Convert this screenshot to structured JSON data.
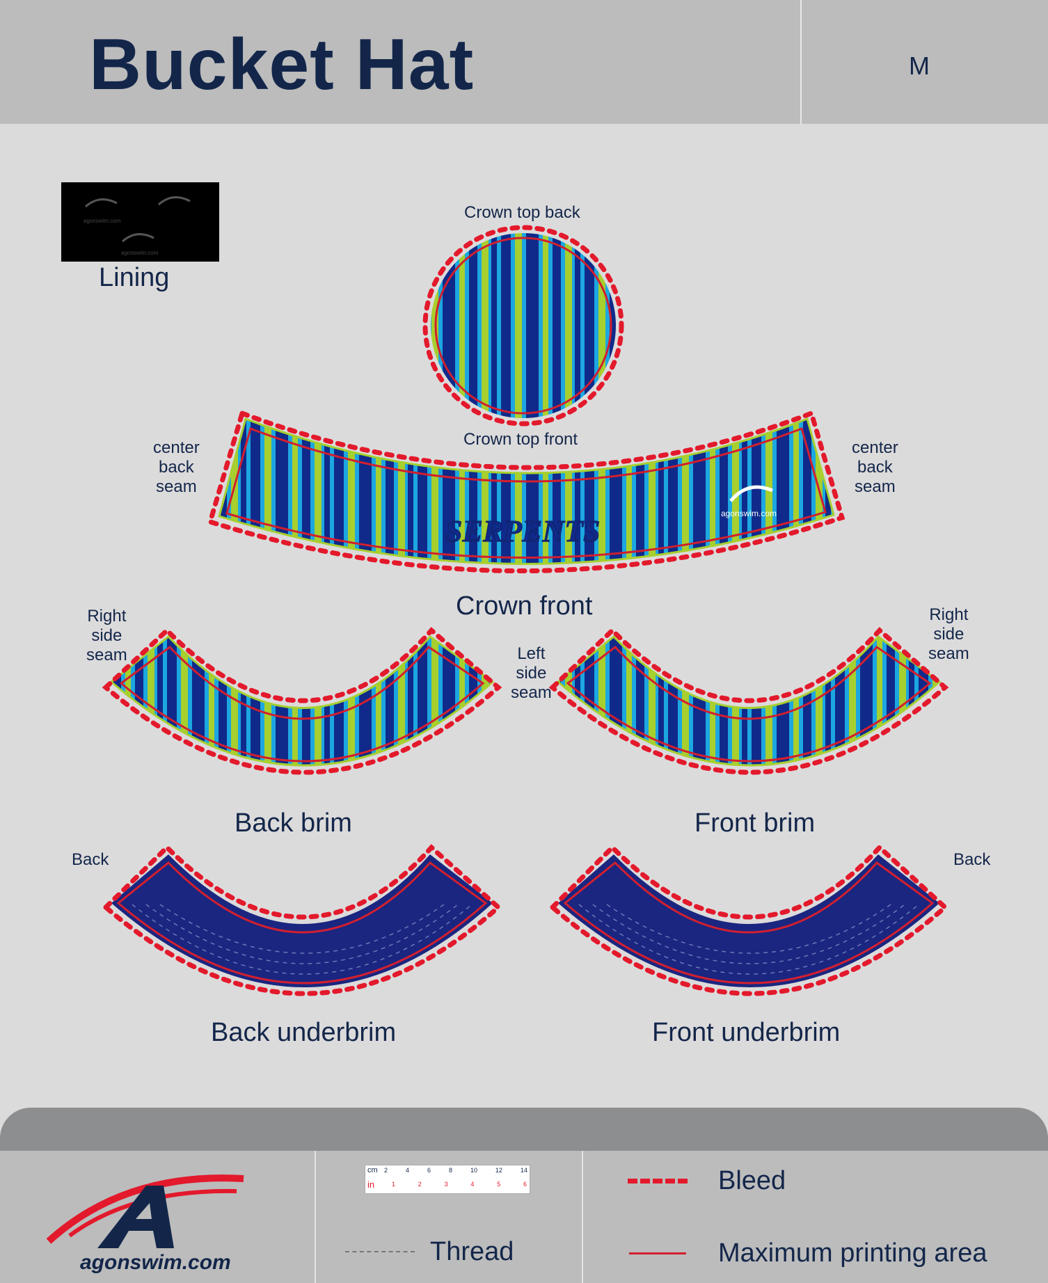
{
  "header": {
    "title": "Bucket Hat",
    "size": "M"
  },
  "lining": {
    "label": "Lining",
    "watermark": "agonswim.com"
  },
  "pieces": {
    "crown_top_back": "Crown top back",
    "crown_top_front": "Crown top front",
    "crown_front": "Crown front",
    "back_brim": "Back brim",
    "front_brim": "Front brim",
    "back_underbrim": "Back underbrim",
    "front_underbrim": "Front underbrim"
  },
  "seam_labels": {
    "center_back_left": [
      "center",
      "back",
      "seam"
    ],
    "center_back_right": [
      "center",
      "back",
      "seam"
    ],
    "right_side_left": [
      "Right",
      "side",
      "seam"
    ],
    "left_side_center": [
      "Left",
      "side",
      "seam"
    ],
    "right_side_right": [
      "Right",
      "side",
      "seam"
    ],
    "back_left": "Back",
    "back_right": "Back"
  },
  "artwork_text": {
    "team_name": "SERPENTS",
    "brand_mark": "agonswim.com"
  },
  "footer": {
    "logo_text": "agonswim.com",
    "ruler": {
      "cm_label": "cm",
      "in_label": "in",
      "cm_ticks": [
        "2",
        "4",
        "6",
        "8",
        "10",
        "12",
        "14"
      ],
      "in_ticks": [
        "1",
        "2",
        "3",
        "4",
        "5",
        "6"
      ]
    },
    "legend": {
      "thread": "Thread",
      "bleed": "Bleed",
      "max_print": "Maximum printing area"
    }
  },
  "colors": {
    "navy": "#13264a",
    "pattern_navy": "#0f2a8a",
    "pattern_cyan": "#1ca7e0",
    "pattern_lime": "#a7cf2e",
    "bleed_red": "#e3192c",
    "print_red": "#d21f2f",
    "underbrim": "#1a2680"
  }
}
